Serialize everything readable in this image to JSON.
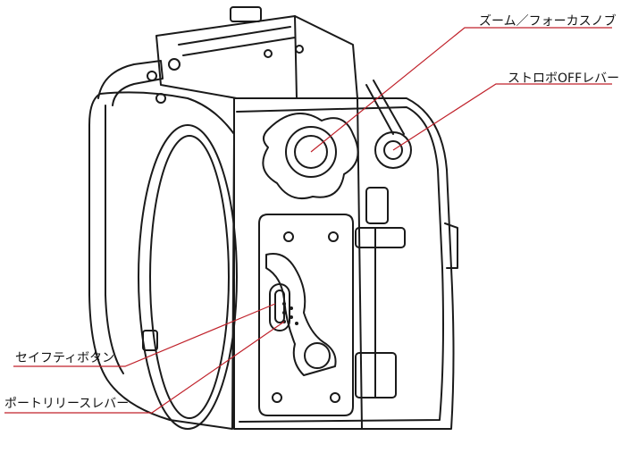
{
  "colors": {
    "leader_line": "#c0222b",
    "outline": "#1a1a1a",
    "background": "#ffffff"
  },
  "callouts": {
    "zoom_focus_knob": "ズーム／フォーカスノブ",
    "strobe_off_lever": "ストロボOFFレバー",
    "safety_button": "セイフティボタン",
    "port_release_lever": "ポートリリースレバー"
  }
}
